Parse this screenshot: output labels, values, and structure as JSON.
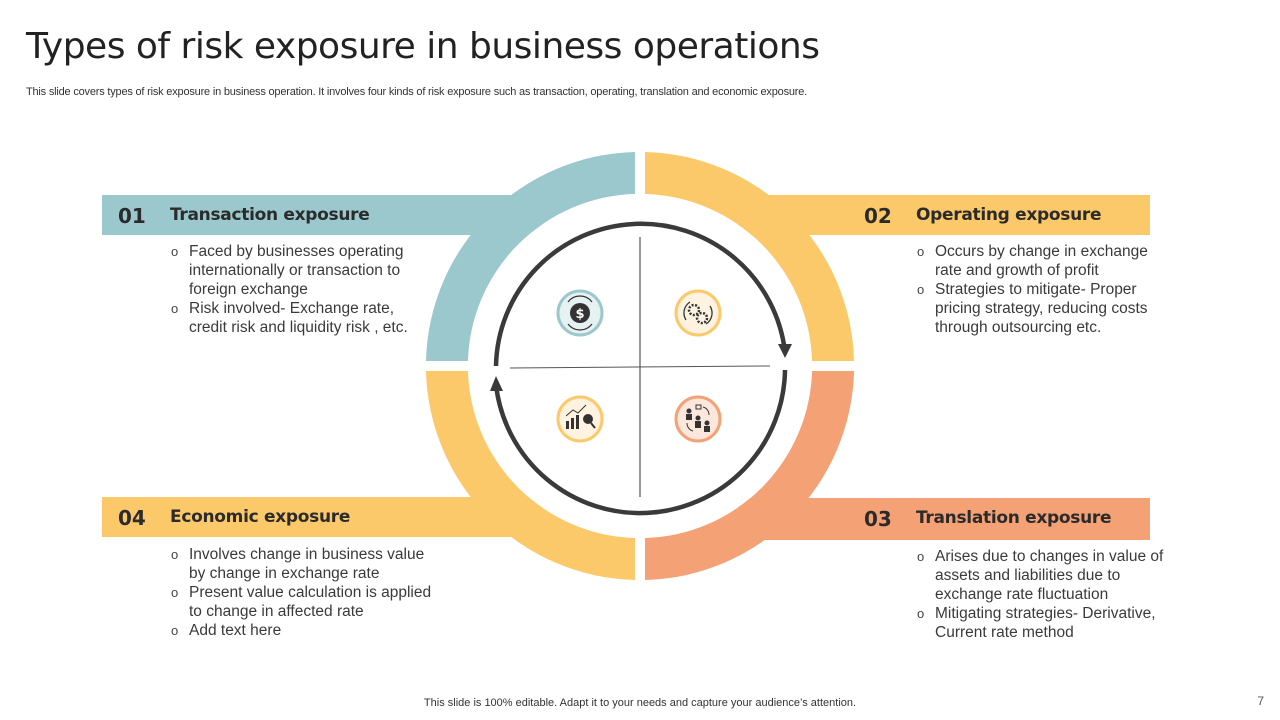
{
  "slide": {
    "title": "Types of risk exposure in business operations",
    "subtitle": "This slide covers types of risk exposure in business operation. It involves four kinds of risk exposure such as transaction, operating, translation and economic exposure.",
    "footer": "This slide is 100% editable. Adapt it to your needs and capture your audience’s attention.",
    "page_number": "7"
  },
  "colors": {
    "teal": "#9BC8CC",
    "yellow": "#FCC96A",
    "orange": "#F4A175",
    "arrow": "#3A3A3A"
  },
  "sections": [
    {
      "number": "01",
      "title": "Transaction exposure",
      "color": "#9BC8CC",
      "icon": "dollar-exchange-icon",
      "bullets": [
        "Faced by businesses operating internationally  or transaction to foreign exchange",
        "Risk involved-  Exchange rate, credit risk and liquidity risk , etc."
      ]
    },
    {
      "number": "02",
      "title": "Operating exposure",
      "color": "#FCC96A",
      "icon": "gears-cycle-icon",
      "bullets": [
        "Occurs by change in exchange rate and growth of profit",
        "Strategies to mitigate- Proper pricing strategy, reducing costs through  outsourcing  etc."
      ]
    },
    {
      "number": "03",
      "title": "Translation exposure",
      "color": "#F4A175",
      "icon": "people-exchange-icon",
      "bullets": [
        "Arises due to changes in value of assets and liabilities due to exchange rate fluctuation",
        "Mitigating strategies- Derivative, Current  rate method"
      ]
    },
    {
      "number": "04",
      "title": "Economic exposure",
      "color": "#FCC96A",
      "icon": "chart-search-icon",
      "bullets": [
        "Involves  change in business value by change in exchange rate",
        "Present value  calculation is applied to change in affected rate",
        "Add text here"
      ]
    }
  ]
}
